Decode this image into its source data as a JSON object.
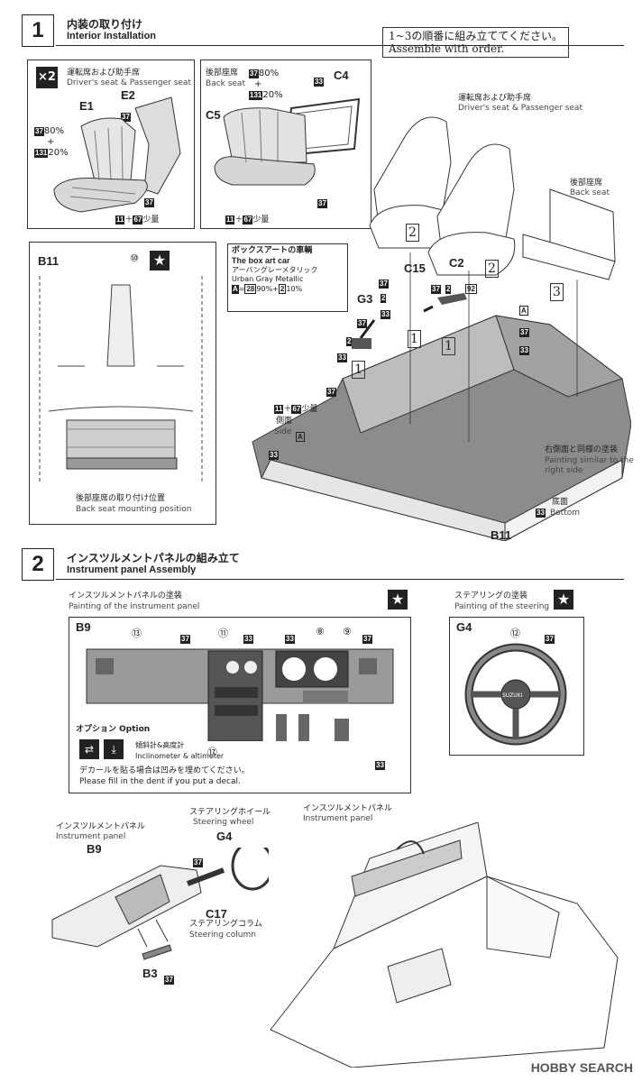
{
  "step1": {
    "number": "1",
    "title_jp": "内装の取り付け",
    "title_en": "Interior Installation",
    "note_jp": "1~3の順番に組み立ててください。",
    "note_en": "Assemble with order.",
    "seat_box": {
      "mult": "×2",
      "jp": "運転席および助手席",
      "en": "Driver's seat & Passenger seat",
      "part_e1": "E1",
      "part_e2": "E2",
      "p37": "37",
      "p131": "131",
      "ratio1": "80%",
      "plus": "+",
      "ratio2": "20%",
      "p11": "11",
      "p67": "67",
      "small_amt": "少量"
    },
    "back_box": {
      "jp": "後部座席",
      "en": "Back seat",
      "part_c5": "C5",
      "part_c4": "C4",
      "p37": "37",
      "p131": "131",
      "p33": "33",
      "ratio1": "80%",
      "plus": "+",
      "ratio2": "20%",
      "p11": "11",
      "p67": "67",
      "small_amt": "少量"
    },
    "boxart": {
      "jp": "ボックスアートの車輌",
      "en": "The box art car",
      "color_jp": "アーバングレーメタリック",
      "color_en": "Urban Gray Metallic",
      "formula_a": "A",
      "formula_eq": "=",
      "p28": "28",
      "r1": "90%",
      "plus": "+",
      "p2": "2",
      "r2": "10%"
    },
    "b11_detail": {
      "part": "B11",
      "callout": "⑩",
      "caption_jp": "後部座席の取り付け位置",
      "caption_en": "Back seat mounting position"
    },
    "main": {
      "front_seats_jp": "運転席および助手席",
      "front_seats_en": "Driver's seat & Passenger seat",
      "back_seat_jp": "後部座席",
      "back_seat_en": "Back seat",
      "c15": "C15",
      "c2": "C2",
      "g3": "G3",
      "p37": "37",
      "p2": "2",
      "p33": "33",
      "p92": "92",
      "seq1": "1",
      "seq2": "2",
      "seq3": "3",
      "a": "A",
      "side_jp": "側面",
      "side_en": "Side",
      "p11": "11",
      "p67": "67",
      "small_amt": "少量",
      "right_jp": "右側面と同様の塗装",
      "right_en1": "Painting similar to the",
      "right_en2": "right side",
      "bottom_jp": "底面",
      "bottom_en": "Bottom",
      "b11": "B11"
    }
  },
  "step2": {
    "number": "2",
    "title_jp": "インスツルメントパネルの組み立て",
    "title_en": "Instrument panel Assembly",
    "panel_paint_jp": "インスツルメントパネルの塗装",
    "panel_paint_en": "Painting of the instrument panel",
    "steer_paint_jp": "ステアリングの塗装",
    "steer_paint_en": "Painting of the steering",
    "b9": "B9",
    "g4": "G4",
    "c13": "⑬",
    "c11": "⑪",
    "c8": "⑧",
    "c9": "⑨",
    "c12": "⑫",
    "c17": "⑰",
    "p37": "37",
    "p33": "33",
    "option_title": "オプション Option",
    "option_jp": "傾斜計&高度計",
    "option_en": "Inclinometer & altimeter",
    "decal_jp": "デカールを貼る場合は凹みを埋めてください。",
    "decal_en": "Please fill in the dent if you put a decal.",
    "wheel_logo": "SUZUKI",
    "asm": {
      "panel_jp": "インスツルメントパネル",
      "panel_en": "Instrument panel",
      "b9": "B9",
      "wheel_jp": "ステアリングホイール",
      "wheel_en": "Steering wheel",
      "g4": "G4",
      "p37": "37",
      "c17": "C17",
      "column_jp": "ステアリングコラム",
      "column_en": "Steering column",
      "b3": "B3",
      "panel2_jp": "インスツルメントパネル",
      "panel2_en": "Instrument panel"
    }
  },
  "watermark": "HOBBY SEARCH"
}
